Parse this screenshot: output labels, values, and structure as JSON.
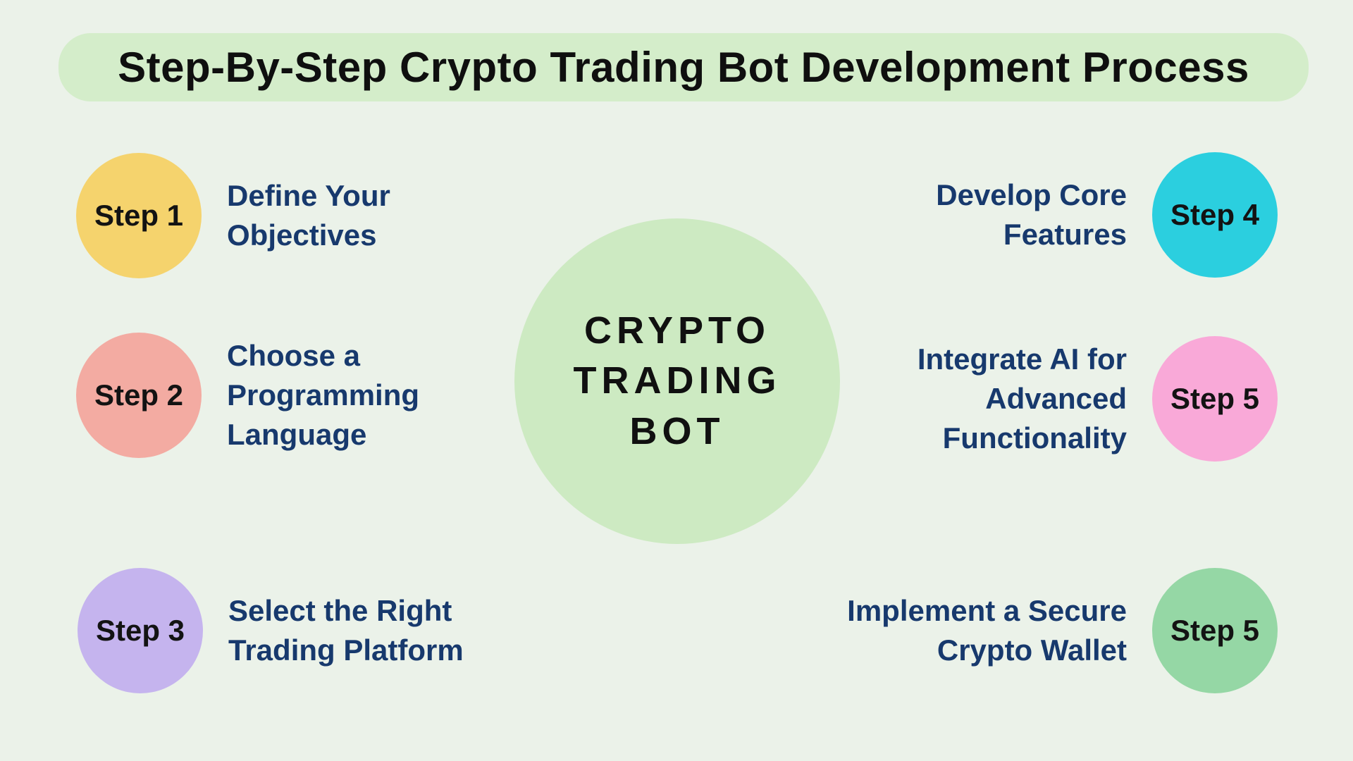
{
  "title": "Step-By-Step Crypto Trading Bot Development Process",
  "colors": {
    "background": "#ebf2e9",
    "banner": "#d4edca",
    "center_circle": "#cdeac2",
    "heading_text": "#0f0f0f",
    "step_label_text": "#131313",
    "description_text": "#17396d"
  },
  "center_circle": {
    "label": "CRYPTO\nTRADING\nBOT"
  },
  "steps": [
    {
      "label": "Step 1",
      "description": "Define Your\nObjectives",
      "color": "#f5d36d",
      "side": "left"
    },
    {
      "label": "Step 2",
      "description": "Choose a\nProgramming\nLanguage",
      "color": "#f3aba2",
      "side": "left"
    },
    {
      "label": "Step 3",
      "description": "Select the Right\nTrading Platform",
      "color": "#c5b4ee",
      "side": "left"
    },
    {
      "label": "Step 4",
      "description": "Develop Core\nFeatures",
      "color": "#2bcfdf",
      "side": "right"
    },
    {
      "label": "Step 5",
      "description": "Integrate AI for\nAdvanced\nFunctionality",
      "color": "#f9a9d8",
      "side": "right"
    },
    {
      "label": "Step 5",
      "description": "Implement a Secure\nCrypto Wallet",
      "color": "#95d7a5",
      "side": "right"
    }
  ]
}
